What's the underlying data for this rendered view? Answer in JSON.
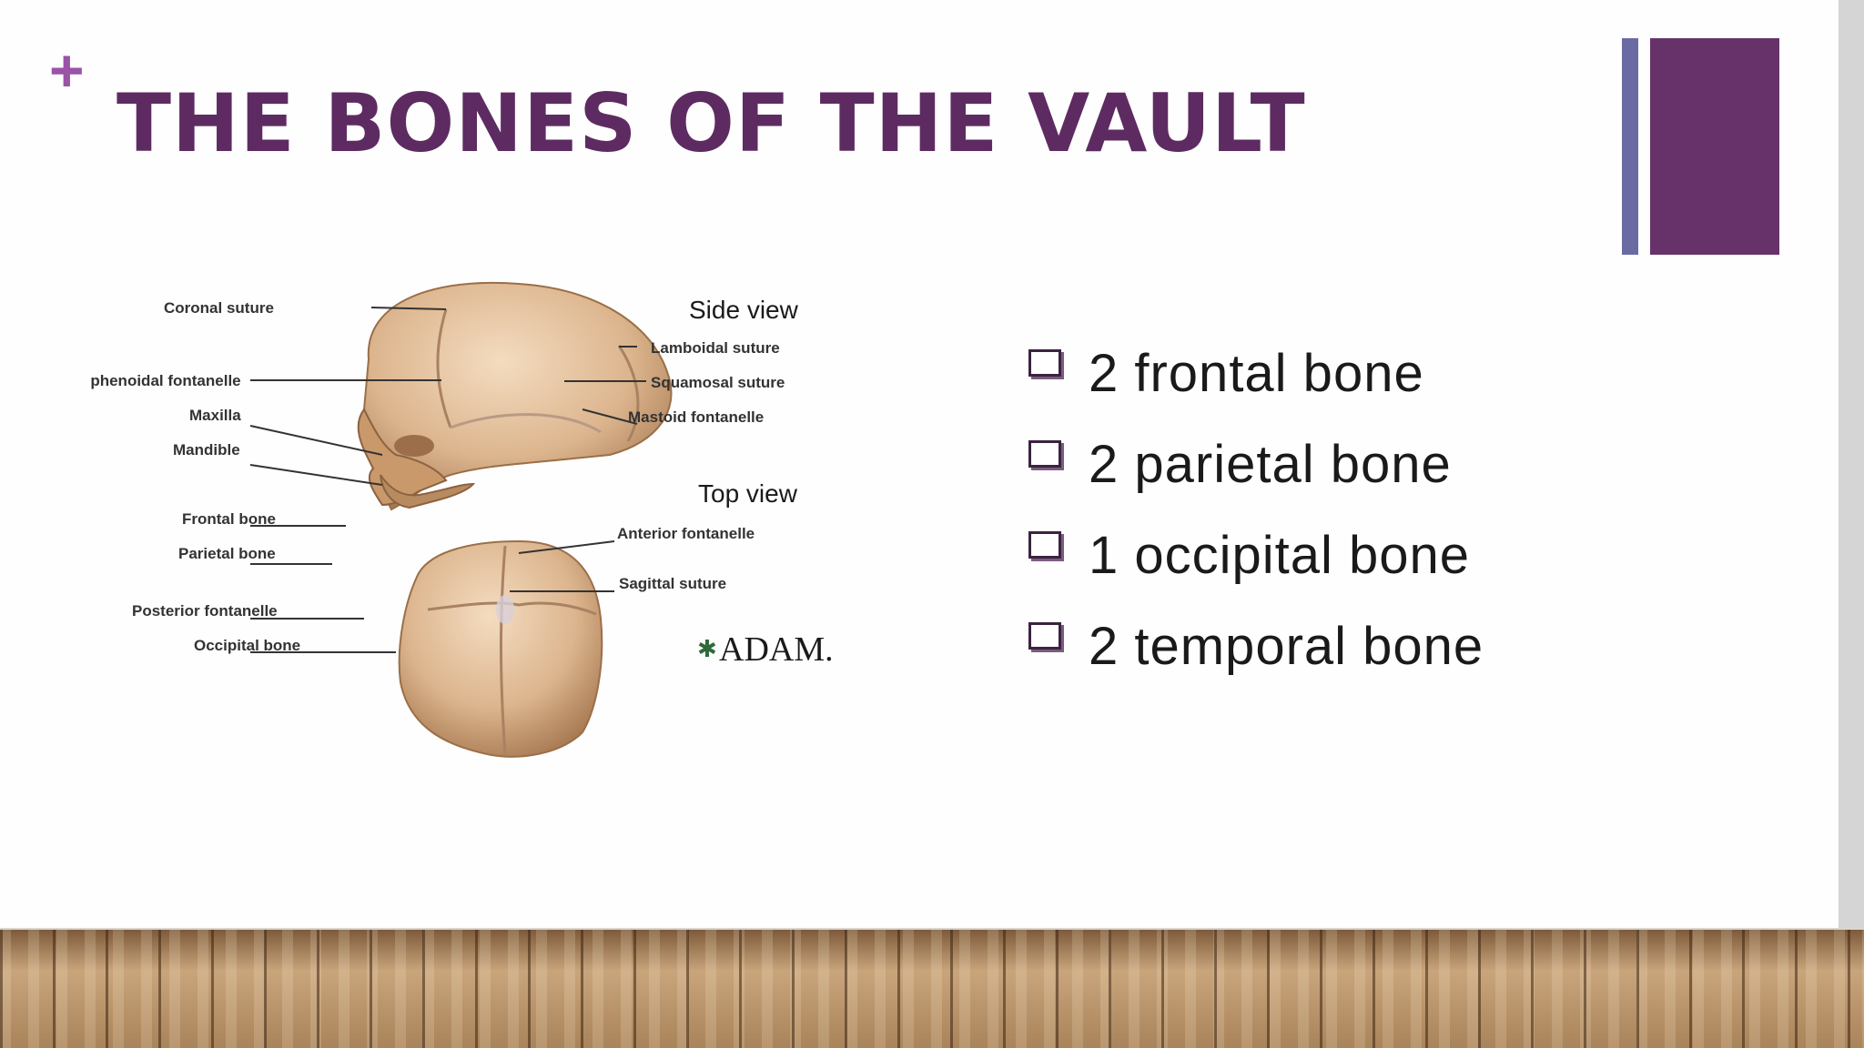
{
  "slide": {
    "plus_sign": "+",
    "title": "THE BONES OF THE VAULT"
  },
  "figure": {
    "side_view_title": "Side view",
    "top_view_title": "Top view",
    "side_labels": {
      "coronal_suture": "Coronal suture",
      "sphenoidal_fontanelle": "Sphenoidal fontanelle",
      "maxilla": "Maxilla",
      "mandible": "Mandible",
      "lamboidal_suture": "Lamboidal suture",
      "squamosal_suture": "Squamosal suture",
      "mastoid_fontanelle": "Mastoid fontanelle"
    },
    "top_labels": {
      "frontal_bone": "Frontal bone",
      "parietal_bone": "Parietal bone",
      "posterior_fontanelle": "Posterior fontanelle",
      "occipital_bone": "Occipital bone",
      "anterior_fontanelle": "Anterior fontanelle",
      "sagittal_suture": "Sagittal suture"
    },
    "logo": "ADAM."
  },
  "bullets": [
    "2 frontal bone",
    "2 parietal bone",
    "1 occipital bone",
    "2 temporal bone"
  ],
  "colors": {
    "title": "#5d2b61",
    "accent_bar": "#673269",
    "accent_bar_thin": "#6a6ba3",
    "plus": "#9a53a6"
  }
}
